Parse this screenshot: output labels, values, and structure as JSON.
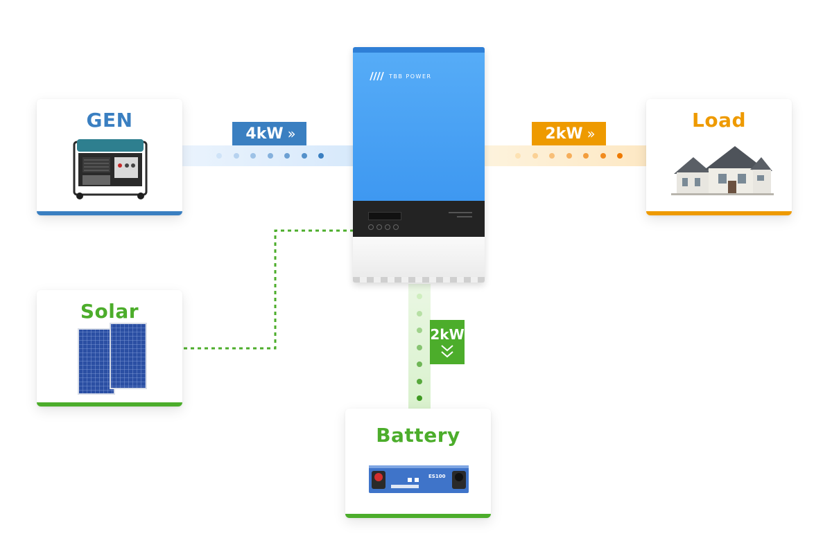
{
  "colors": {
    "gen": "#3a7fc1",
    "load": "#ee9a00",
    "solar": "#4cad2b",
    "battery": "#4cad2b",
    "inverter_blue": "#4aa3f5"
  },
  "nodes": {
    "gen": {
      "label": "GEN"
    },
    "solar": {
      "label": "Solar"
    },
    "load": {
      "label": "Load"
    },
    "battery": {
      "label": "Battery"
    }
  },
  "flows": {
    "gen_to_inverter": {
      "value": "4kW",
      "arrow_icon": "double-chevron-right-icon"
    },
    "inverter_to_load": {
      "value": "2kW",
      "arrow_icon": "double-chevron-right-icon"
    },
    "inverter_to_battery": {
      "value": "2kW",
      "arrow_icon": "double-chevron-down-icon"
    }
  },
  "inverter": {
    "brand": "TBB POWER"
  },
  "battery_device": {
    "model": "ES100"
  }
}
